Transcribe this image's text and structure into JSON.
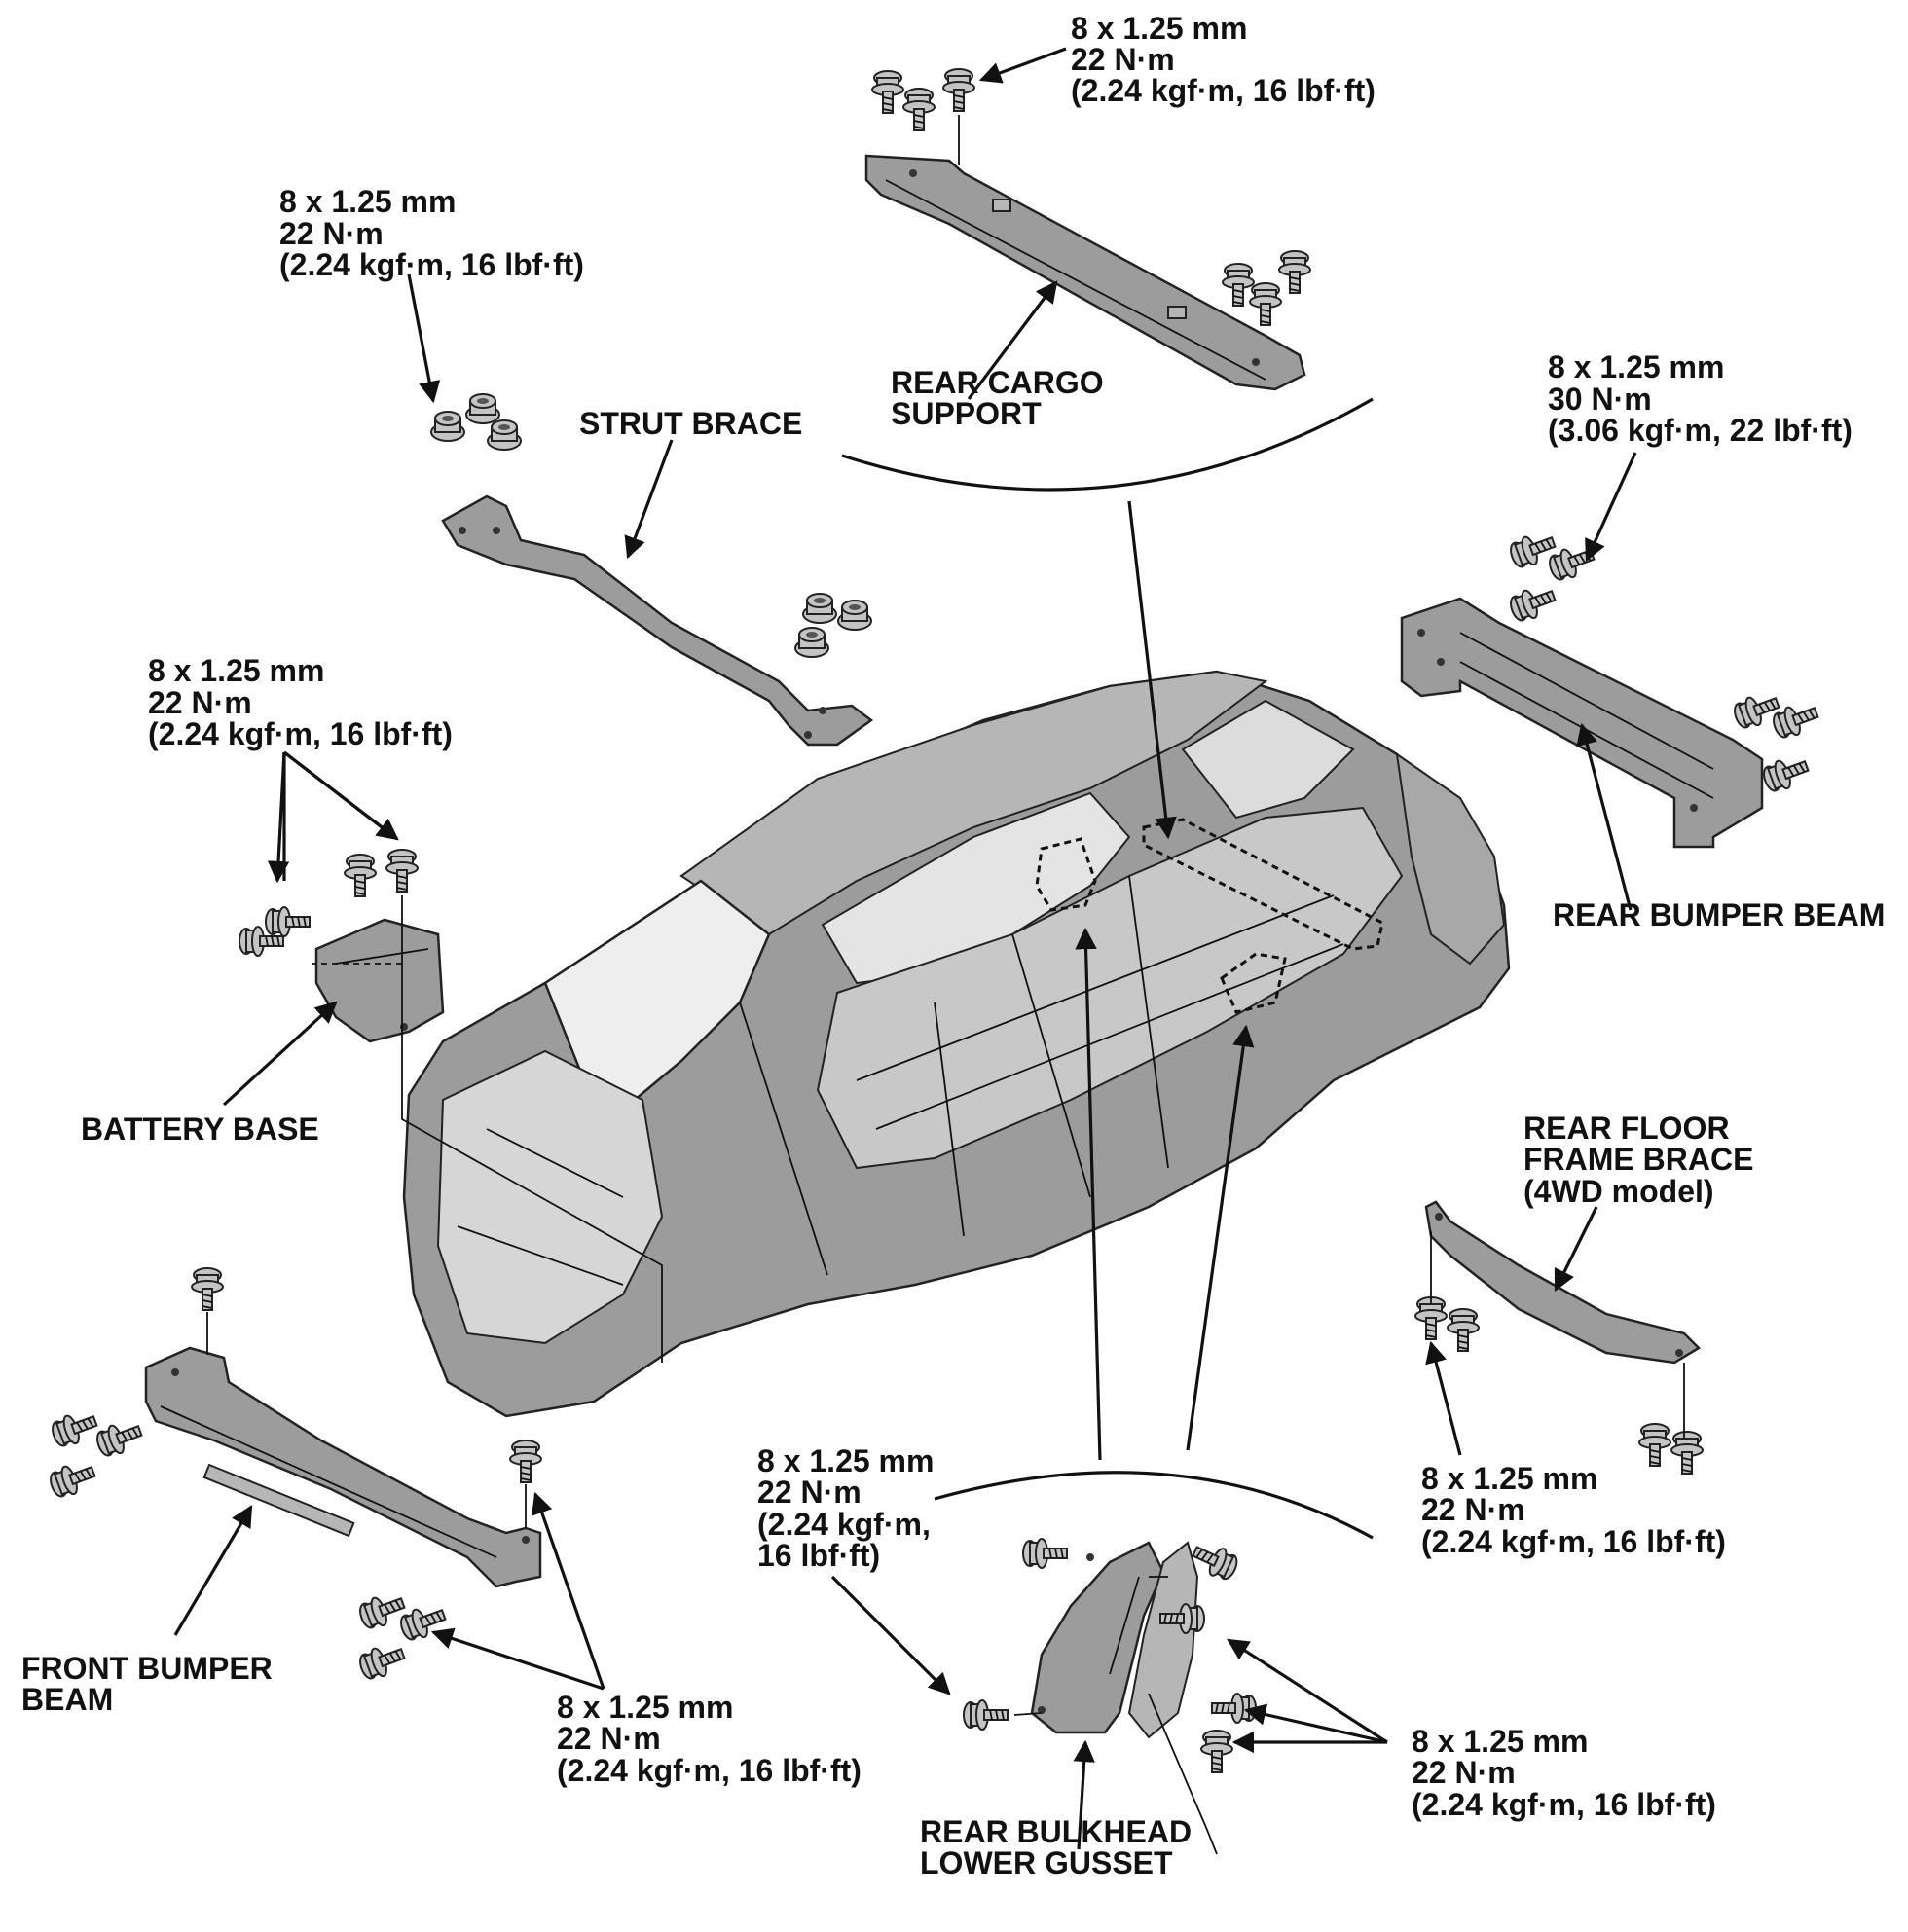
{
  "labels": {
    "cargo_spec_1": "8 x 1.25 mm",
    "cargo_spec_2": "22 N·m",
    "cargo_spec_3": "(2.24 kgf·m, 16 lbf·ft)",
    "rear_cargo_1": "REAR CARGO",
    "rear_cargo_2": "SUPPORT",
    "strut_spec_1": "8 x 1.25 mm",
    "strut_spec_2": "22 N·m",
    "strut_spec_3": "(2.24 kgf·m, 16 lbf·ft)",
    "strut_brace": "STRUT BRACE",
    "rbb_spec_1": "8 x 1.25 mm",
    "rbb_spec_2": "30 N·m",
    "rbb_spec_3": "(3.06 kgf·m, 22 lbf·ft)",
    "rear_bumper_beam": "REAR BUMPER BEAM",
    "batt_spec_1": "8 x 1.25 mm",
    "batt_spec_2": "22 N·m",
    "batt_spec_3": "(2.24 kgf·m, 16 lbf·ft)",
    "battery_base": "BATTERY BASE",
    "rffb_1": "REAR FLOOR",
    "rffb_2": "FRAME BRACE",
    "rffb_3": "(4WD model)",
    "rffb_spec_1": "8 x 1.25 mm",
    "rffb_spec_2": "22 N·m",
    "rffb_spec_3": "(2.24 kgf·m, 16 lbf·ft)",
    "front_bumper_1": "FRONT BUMPER",
    "front_bumper_2": "BEAM",
    "fbb_spec_1": "8 x 1.25 mm",
    "fbb_spec_2": "22 N·m",
    "fbb_spec_3": "(2.24 kgf·m, 16 lbf·ft)",
    "gusset_left_spec_1": "8 x 1.25 mm",
    "gusset_left_spec_2": "22 N·m",
    "gusset_left_spec_3": "(2.24 kgf·m,",
    "gusset_left_spec_4": "16 lbf·ft)",
    "gusset_right_spec_1": "8 x 1.25 mm",
    "gusset_right_spec_2": "22 N·m",
    "gusset_right_spec_3": "(2.24 kgf·m, 16 lbf·ft)",
    "gusset_1": "REAR BULKHEAD",
    "gusset_2": "LOWER GUSSET"
  }
}
